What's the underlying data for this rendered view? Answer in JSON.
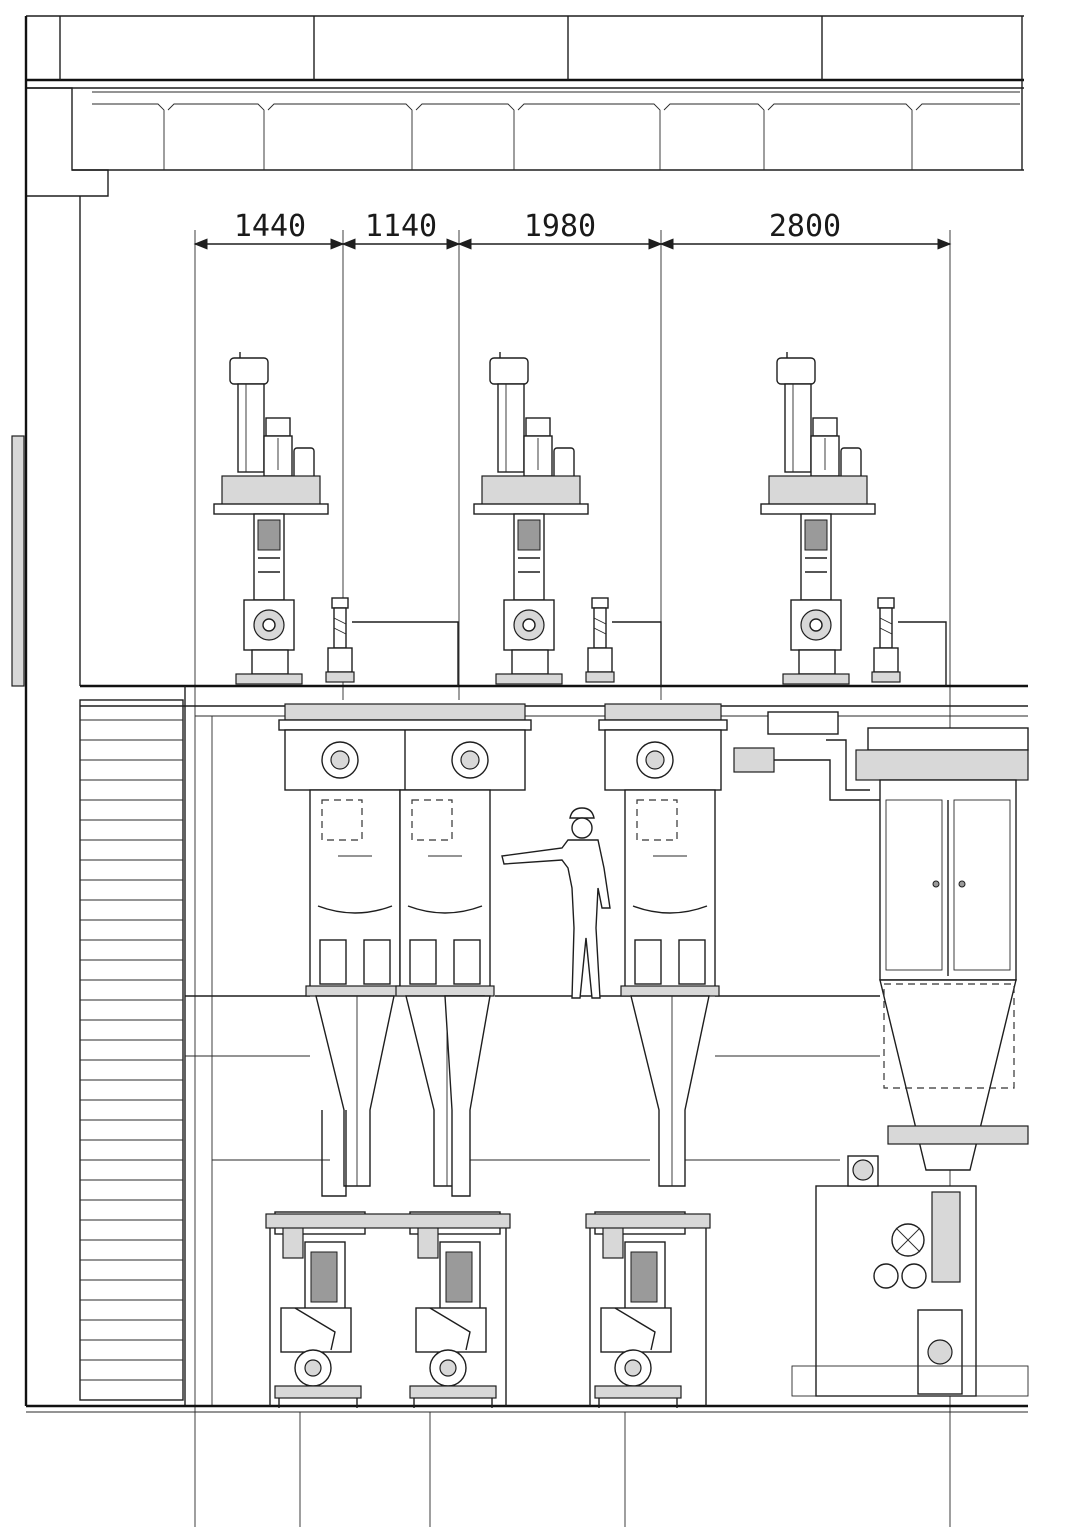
{
  "dimensions": [
    {
      "label": "1440"
    },
    {
      "label": "1140"
    },
    {
      "label": "1980"
    },
    {
      "label": "2800"
    }
  ],
  "colors": {
    "line": "#1e1e1e",
    "paper": "#ffffff",
    "shade": "#d8d8d8"
  }
}
